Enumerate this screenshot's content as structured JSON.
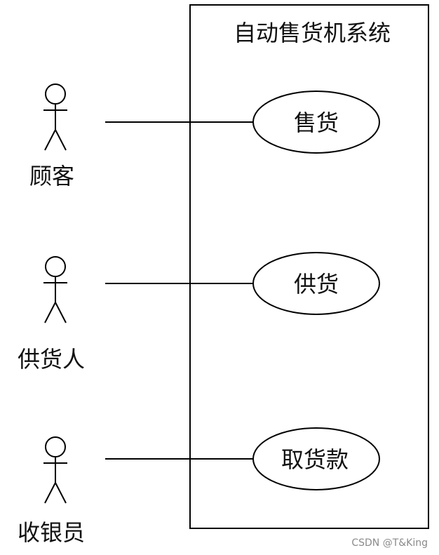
{
  "system": {
    "title": "自动售货机系统"
  },
  "actors": [
    {
      "name": "顾客"
    },
    {
      "name": "供货人"
    },
    {
      "name": "收银员"
    }
  ],
  "use_cases": [
    {
      "label": "售货"
    },
    {
      "label": "供货"
    },
    {
      "label": "取货款"
    }
  ],
  "watermark": "CSDN @T&King",
  "colors": {
    "stroke": "#000000",
    "text": "#111111",
    "background": "#ffffff",
    "watermark": "#8a8a8a"
  }
}
